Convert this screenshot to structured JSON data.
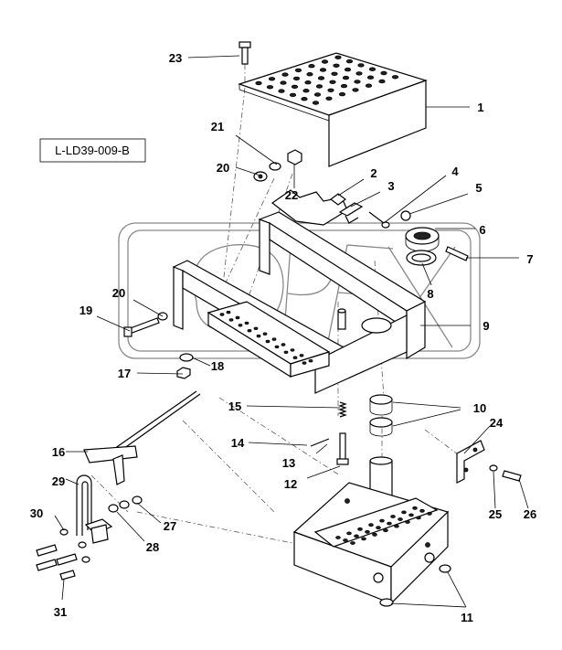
{
  "document_code": "L-LD39-009-B",
  "callouts": [
    {
      "id": "1",
      "text": "1"
    },
    {
      "id": "2",
      "text": "2"
    },
    {
      "id": "3",
      "text": "3"
    },
    {
      "id": "4",
      "text": "4"
    },
    {
      "id": "5",
      "text": "5"
    },
    {
      "id": "6",
      "text": "6"
    },
    {
      "id": "7",
      "text": "7"
    },
    {
      "id": "8",
      "text": "8"
    },
    {
      "id": "9",
      "text": "9"
    },
    {
      "id": "10",
      "text": "10"
    },
    {
      "id": "11",
      "text": "11"
    },
    {
      "id": "12",
      "text": "12"
    },
    {
      "id": "13",
      "text": "13"
    },
    {
      "id": "14",
      "text": "14"
    },
    {
      "id": "15",
      "text": "15"
    },
    {
      "id": "16",
      "text": "16"
    },
    {
      "id": "17",
      "text": "17"
    },
    {
      "id": "18",
      "text": "18"
    },
    {
      "id": "19",
      "text": "19"
    },
    {
      "id": "20a",
      "text": "20"
    },
    {
      "id": "20b",
      "text": "20"
    },
    {
      "id": "21",
      "text": "21"
    },
    {
      "id": "22",
      "text": "22"
    },
    {
      "id": "23",
      "text": "23"
    },
    {
      "id": "24",
      "text": "24"
    },
    {
      "id": "25",
      "text": "25"
    },
    {
      "id": "26",
      "text": "26"
    },
    {
      "id": "27",
      "text": "27"
    },
    {
      "id": "28",
      "text": "28"
    },
    {
      "id": "29",
      "text": "29"
    },
    {
      "id": "30",
      "text": "30"
    },
    {
      "id": "31",
      "text": "31"
    }
  ]
}
